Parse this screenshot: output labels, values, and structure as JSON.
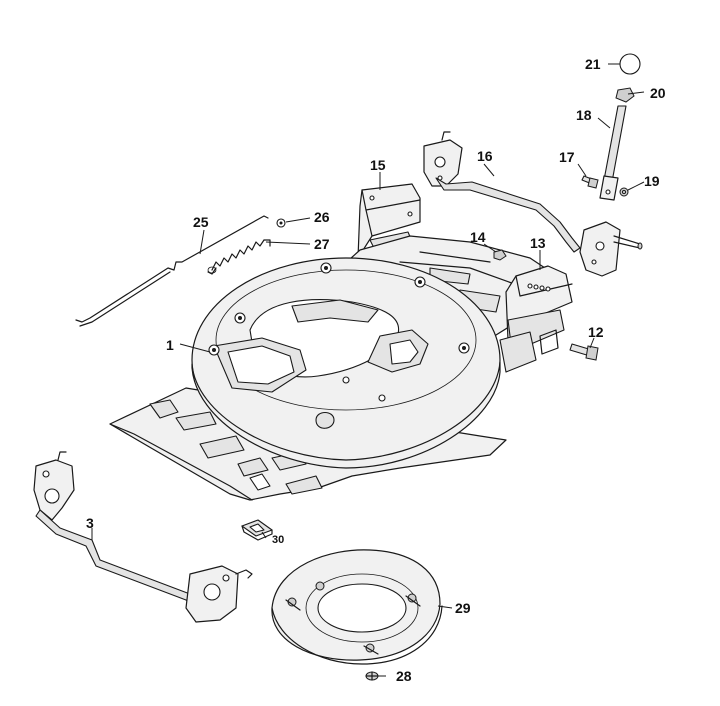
{
  "labels": {
    "l1": "1",
    "l3": "3",
    "l12": "12",
    "l13": "13",
    "l14": "14",
    "l15": "15",
    "l16": "16",
    "l17": "17",
    "l18": "18",
    "l19": "19",
    "l20": "20",
    "l21": "21",
    "l25": "25",
    "l26": "26",
    "l27": "27",
    "l28": "28",
    "l29": "29",
    "l30": "30"
  }
}
